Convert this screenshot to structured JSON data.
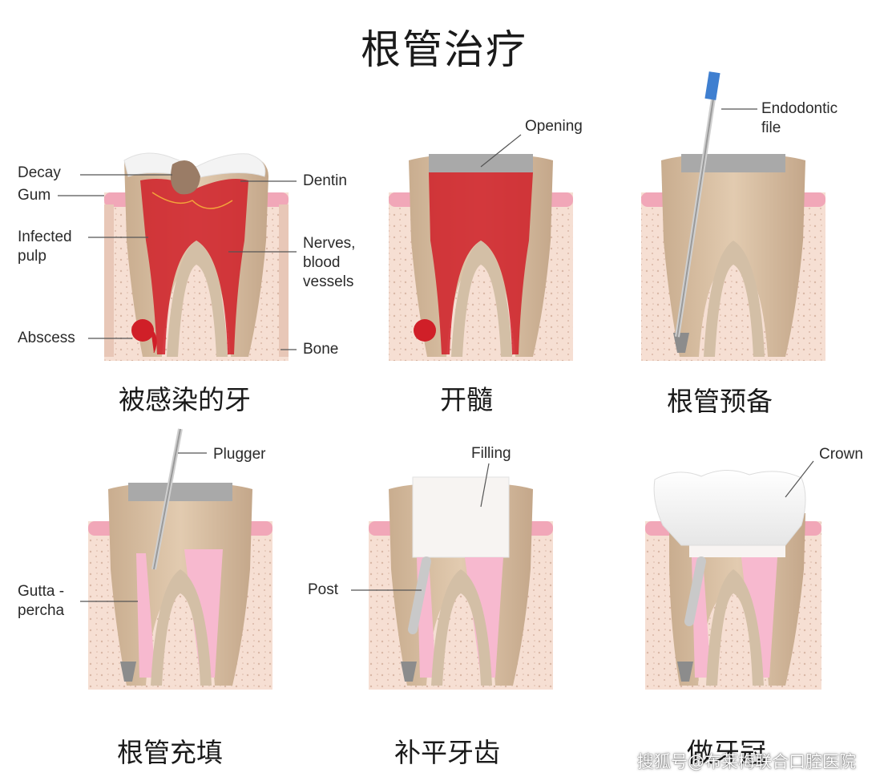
{
  "title": "根管治疗",
  "panels": [
    {
      "caption": "被感染的牙",
      "labels": {
        "decay": "Decay",
        "gum": "Gum",
        "infected_1": "Infected",
        "infected_2": "pulp",
        "abscess": "Abscess",
        "dentin": "Dentin",
        "nerves_1": "Nerves,",
        "nerves_2": "blood",
        "nerves_3": "vessels",
        "bone": "Bone"
      }
    },
    {
      "caption": "开髓",
      "labels": {
        "opening": "Opening"
      }
    },
    {
      "caption": "根管预备",
      "labels": {
        "endo_1": "Endodontic",
        "endo_2": "file"
      }
    },
    {
      "caption": "根管充填",
      "labels": {
        "plugger": "Plugger",
        "gutta_1": "Gutta -",
        "gutta_2": "percha"
      }
    },
    {
      "caption": "补平牙齿",
      "labels": {
        "filling": "Filling",
        "post": "Post"
      }
    },
    {
      "caption": "做牙冠",
      "labels": {
        "crown": "Crown"
      }
    }
  ],
  "watermark": "搜狐号@布莱梅联合口腔医院",
  "colors": {
    "bone": "#f4d9cc",
    "gum": "#f1a7b8",
    "tooth": "#d3bfa6",
    "enamel": "#f3f3f3",
    "pulp_infected": "#d01f28",
    "root_fill": "#f7b9cf",
    "metal": "#a9a9a9"
  }
}
